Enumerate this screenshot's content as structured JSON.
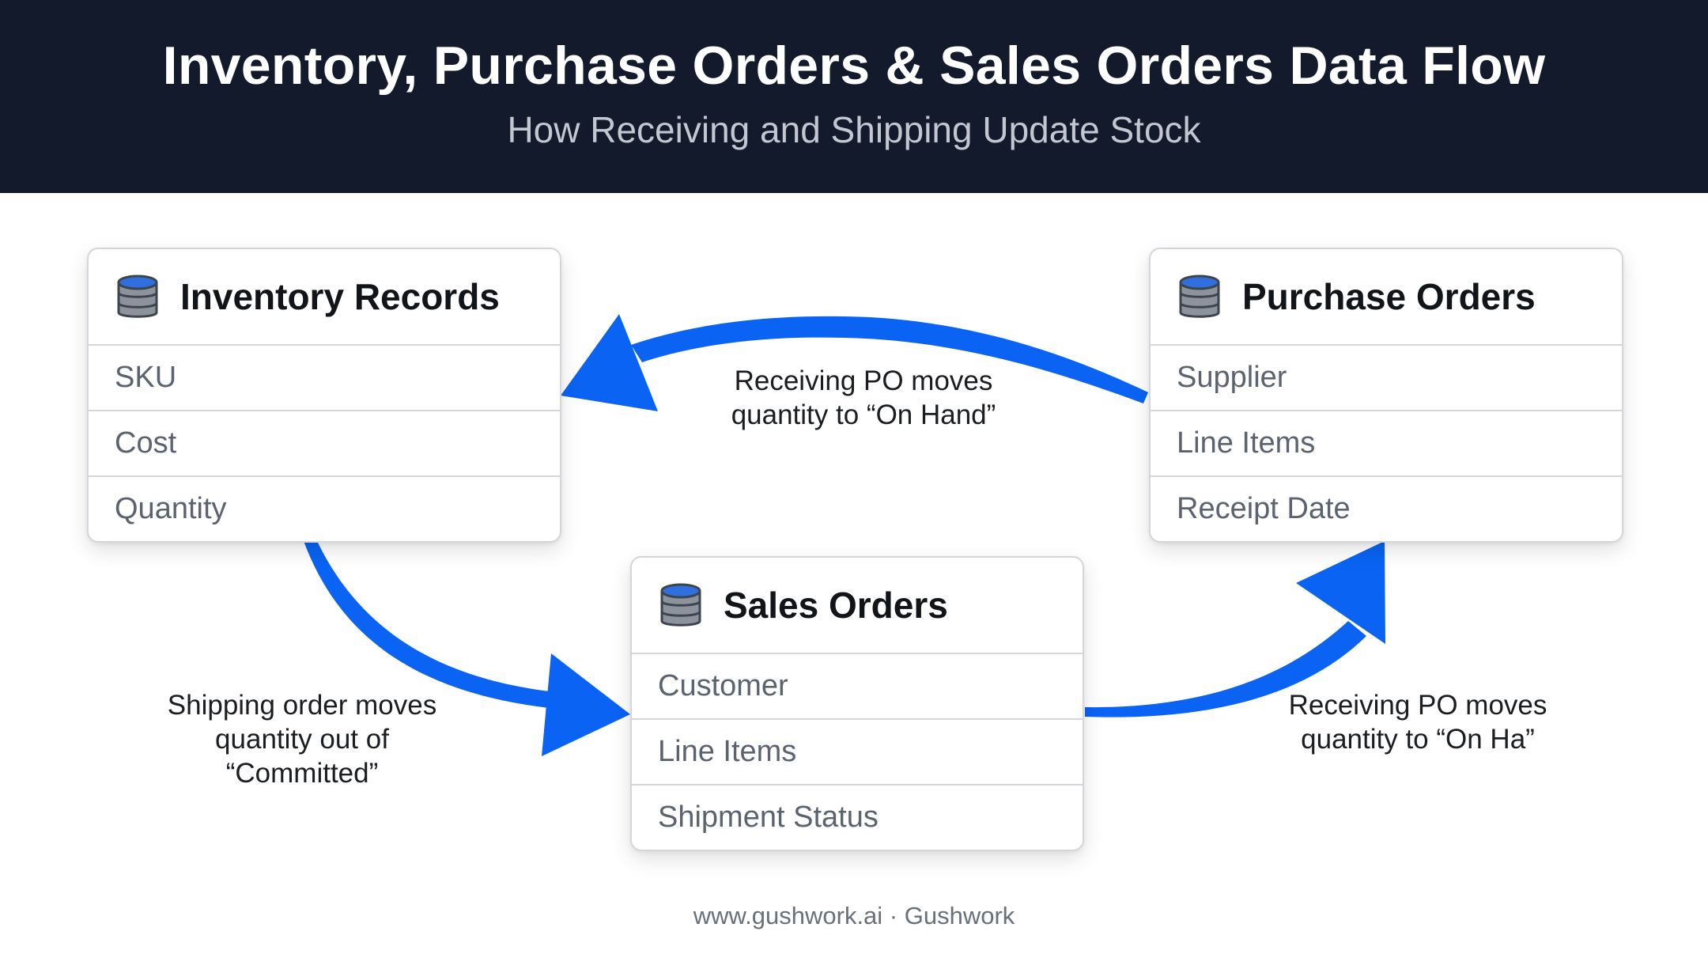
{
  "header": {
    "title": "Inventory, Purchase Orders & Sales Orders Data Flow",
    "subtitle": "How Receiving and Shipping Update Stock"
  },
  "entities": {
    "inventory": {
      "icon": "database-icon",
      "title": "Inventory Records",
      "fields": [
        "SKU",
        "Cost",
        "Quantity"
      ]
    },
    "purchase": {
      "icon": "database-icon",
      "title": "Purchase Orders",
      "fields": [
        "Supplier",
        "Line Items",
        "Receipt Date"
      ]
    },
    "sales": {
      "icon": "database-icon",
      "title": "Sales Orders",
      "fields": [
        "Customer",
        "Line Items",
        "Shipment Status"
      ]
    }
  },
  "flows": {
    "po_to_inventory": {
      "line1": "Receiving PO moves",
      "line2": "quantity to “On Hand”"
    },
    "inventory_to_sales": {
      "line1": "Shipping order moves",
      "line2": "quantity out of",
      "line3": "“Committed”"
    },
    "sales_to_po": {
      "line1": "Receiving PO moves",
      "line2": "quantity to “On Ha”"
    }
  },
  "colors": {
    "header_bg": "#131a2b",
    "arrow": "#0a63f2",
    "db_icon_top": "#2f6fe0",
    "db_icon_body": "#8d939c"
  },
  "footer": {
    "text": "www.gushwork.ai · Gushwork"
  }
}
